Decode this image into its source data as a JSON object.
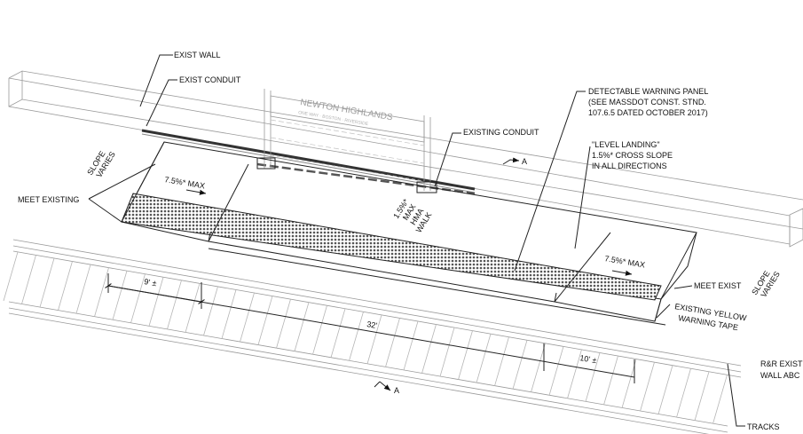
{
  "labels": {
    "exist_wall": "EXIST WALL",
    "exist_conduit": "EXIST CONDUIT",
    "slope_varies_left": [
      "SLOPE",
      "VARIES"
    ],
    "meet_existing": "MEET EXISTING",
    "sign_title": "NEWTON HIGHLANDS",
    "sign_subtitle": "ONE WAY · BOSTON · RIVERSIDE",
    "existing_conduit": "EXISTING CONDUIT",
    "section_marker": "A",
    "detectable_warning_panel": [
      "DETECTABLE WARNING PANEL",
      "(SEE MASSDOT CONST. STND.",
      "107.6.5 DATED OCTOBER 2017)"
    ],
    "level_landing": [
      "\"LEVEL LANDING\"",
      "1.5%* CROSS SLOPE",
      "IN ALL DIRECTIONS"
    ],
    "left_ramp_slope": "7.5%* MAX",
    "walk_note": [
      "1.5%*",
      "MAX",
      "HMA",
      "WALK"
    ],
    "right_ramp_slope": "7.5%* MAX",
    "meet_exist": "MEET EXIST",
    "slope_varies_right": [
      "SLOPE",
      "VARIES"
    ],
    "existing_yellow_warning_tape": [
      "EXISTING YELLOW",
      "WARNING TAPE"
    ],
    "rr_exist_wall": [
      "R&R EXIST",
      "WALL ABC"
    ],
    "tracks": "TRACKS"
  },
  "dimensions": {
    "left_ramp": "9' ±",
    "overall": "32'",
    "right_ramp": "10' ±"
  },
  "colors": {
    "line": "#222222",
    "light_line": "#9a9a9a",
    "hatch": "#777777"
  }
}
